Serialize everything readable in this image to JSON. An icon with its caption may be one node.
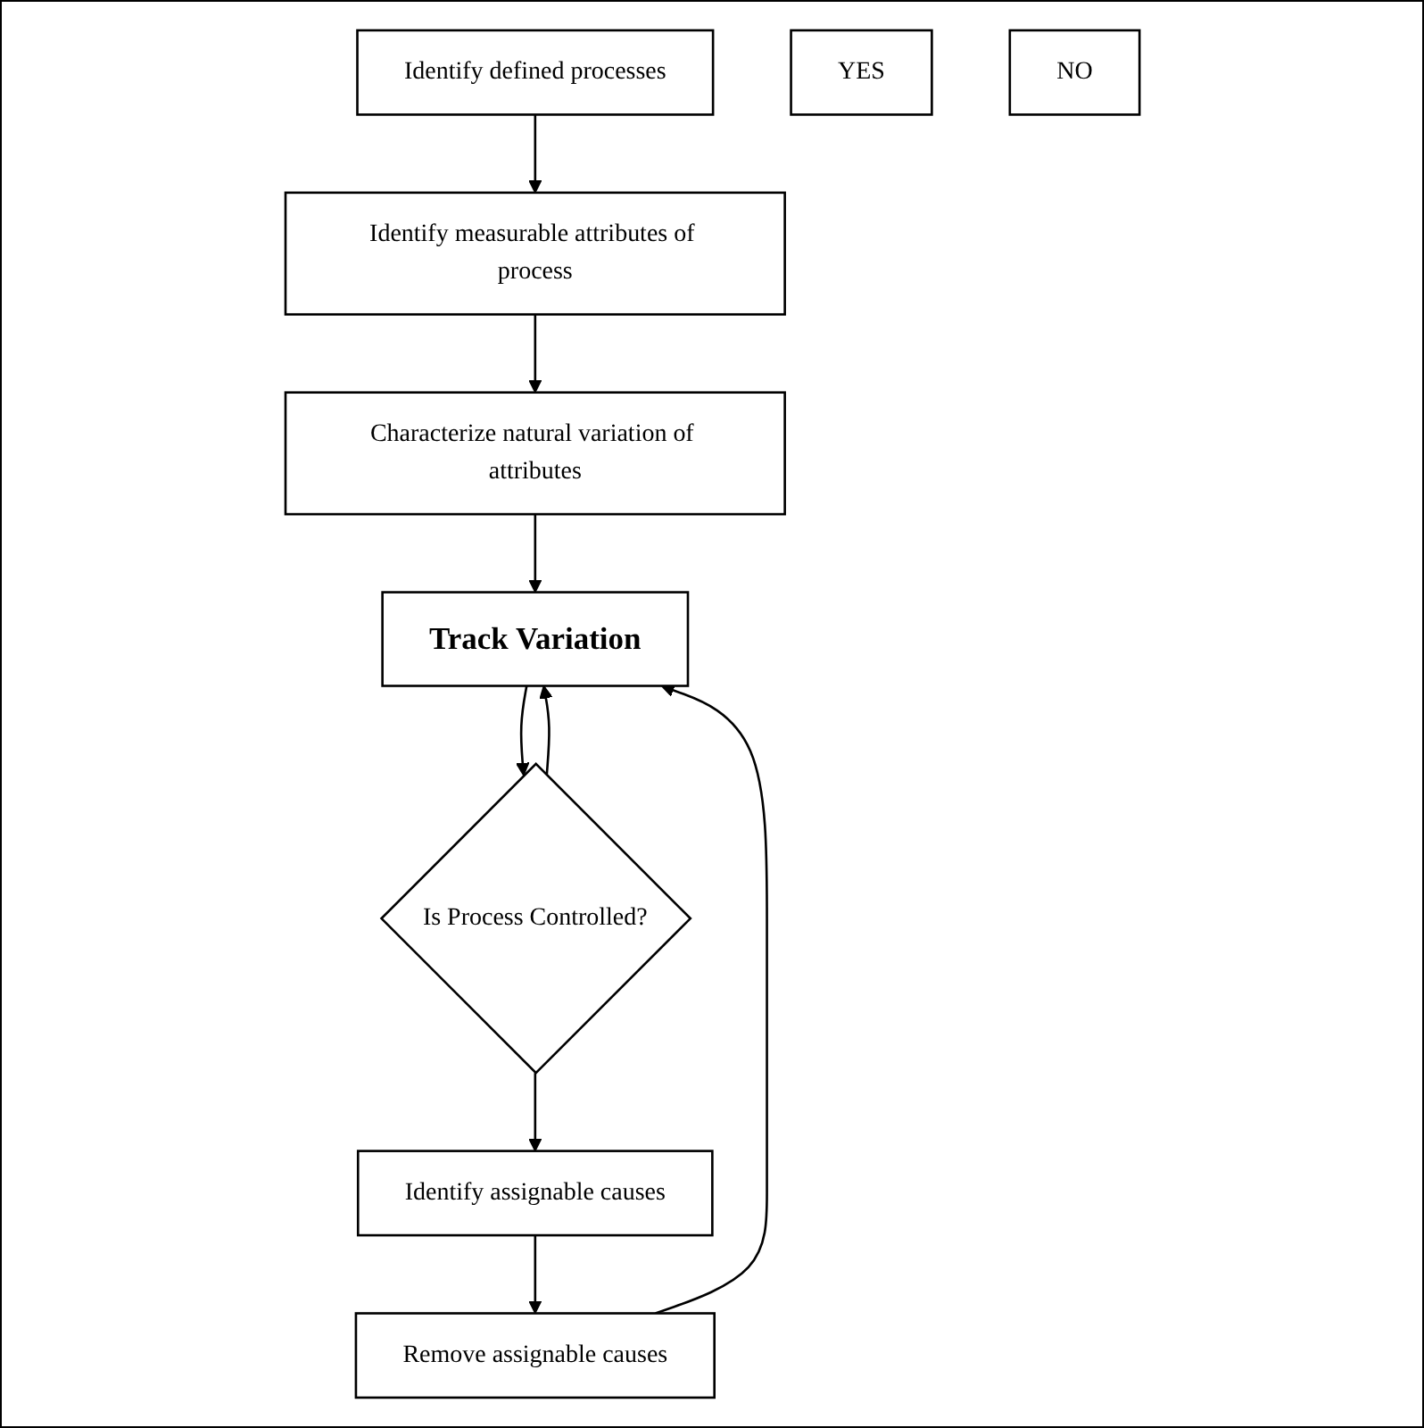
{
  "diagram": {
    "nodes": [
      {
        "text": [
          "Identify defined processes"
        ]
      },
      {
        "text": [
          "Identify measurable attributes of process"
        ]
      },
      {
        "text": [
          "Characterize natural variation of attributes"
        ]
      },
      {
        "text": [
          "Track Variation"
        ]
      },
      {
        "text": [
          "Remove assignable causes"
        ]
      },
      {
        "text": [
          "YES"
        ]
      },
      {
        "text": [
          "Is Process Controlled?"
        ]
      },
      {
        "text": [
          "NO"
        ]
      },
      {
        "text": [
          "Identify assignable causes"
        ]
      }
    ],
    "edges": [
      {
        "from": 0,
        "to": 1,
        "arrow": "to"
      },
      {
        "from": 1,
        "to": 2,
        "arrow": "to"
      },
      {
        "from": 2,
        "to": 3,
        "arrow": "to"
      },
      {
        "from": 3,
        "to": 6,
        "arrow": "to"
      },
      {
        "from": 6,
        "to": 3,
        "arrow": "to"
      },
      {
        "from": 6,
        "to": 8,
        "arrow": "to"
      },
      {
        "from": 8,
        "to": 4,
        "arrow": "to"
      },
      {
        "from": 4,
        "to": 3,
        "arrow": "to"
      }
    ]
  }
}
